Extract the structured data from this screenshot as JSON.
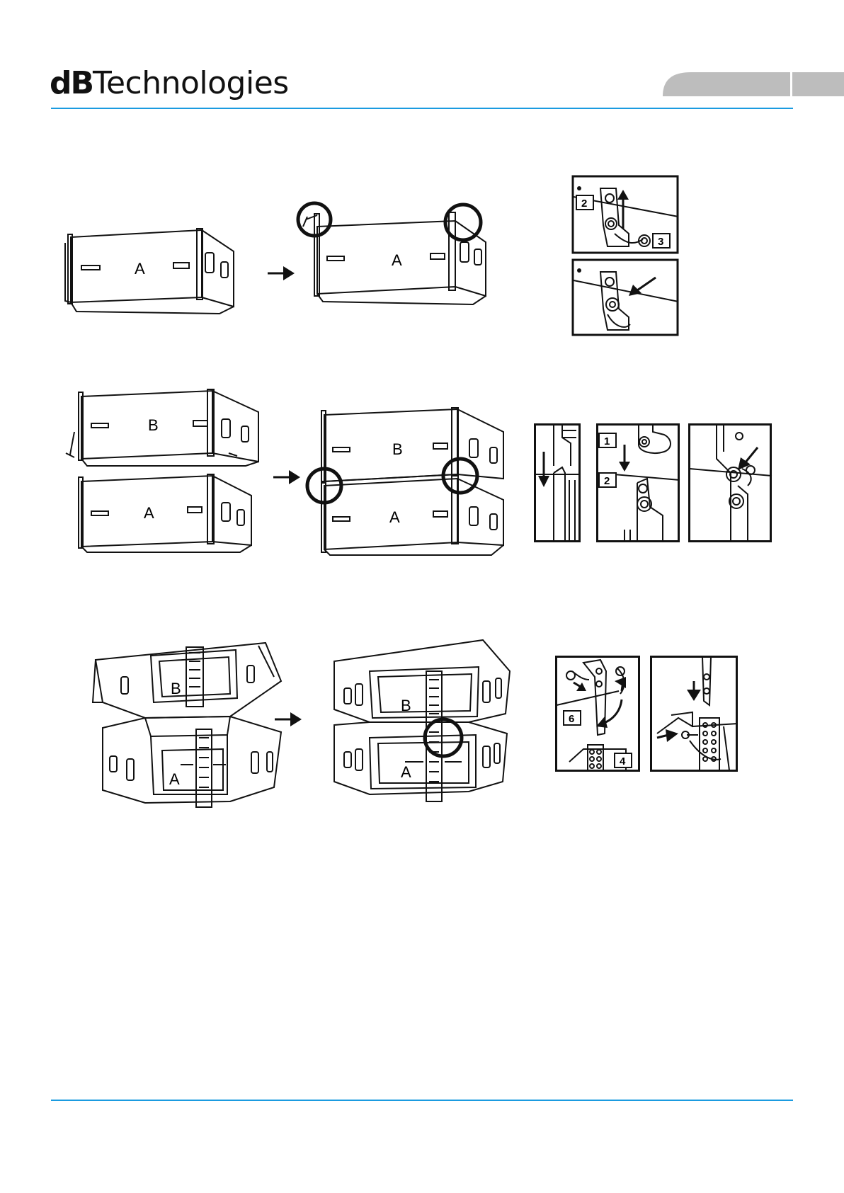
{
  "header": {
    "brand_bold": "dB",
    "brand_rest": "Technologies"
  },
  "step1": {
    "cabinet_before": "A",
    "cabinet_after": "A",
    "detail_top_callouts": [
      "2",
      "3"
    ]
  },
  "step2": {
    "cabinet_top_before": "B",
    "cabinet_bottom_before": "A",
    "cabinet_top_after": "B",
    "cabinet_bottom_after": "A",
    "detail_middle_callouts": [
      "1",
      "2"
    ]
  },
  "step3": {
    "cabinet_top_before": "B",
    "cabinet_bottom_before": "A",
    "cabinet_top_after": "B",
    "cabinet_bottom_after": "A",
    "detail_left_callouts": [
      "6",
      "4"
    ]
  },
  "colors": {
    "accent_rule": "#1a9be0",
    "tab_gray": "#bdbdbd",
    "line_art": "#111111"
  },
  "icons": [
    "arrow-right-icon",
    "highlight-circle-icon",
    "arrow-up-icon",
    "arrow-down-icon",
    "arrow-diagonal-icon"
  ]
}
